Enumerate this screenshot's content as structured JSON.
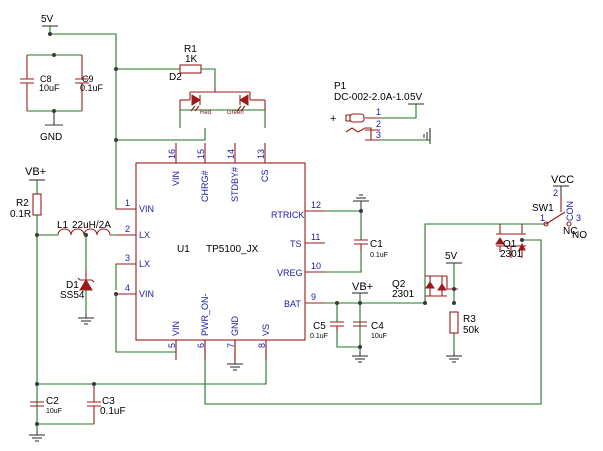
{
  "colors": {
    "wire": "#1d7a1d",
    "part": "#9b1b1b",
    "pin_text": "#1a1aa8",
    "text": "#000000"
  },
  "nets": {
    "v5": "5V",
    "vbplus": "VB+",
    "vcc": "VCC",
    "gnd": "GND"
  },
  "u1": {
    "ref": "U1",
    "value": "TP5100_JX",
    "pin_nums": {
      "p1": "1",
      "p2": "2",
      "p3": "3",
      "p4": "4",
      "p5": "5",
      "p6": "6",
      "p7": "7",
      "p8": "8",
      "p9": "9",
      "p10": "10",
      "p11": "11",
      "p12": "12",
      "p13": "13",
      "p14": "14",
      "p15": "15",
      "p16": "16"
    },
    "pin_names": {
      "vin": "VIN",
      "lx": "LX",
      "pwr_on": "PWR_ON-",
      "gnd": "GND",
      "vs": "VS",
      "bat": "BAT",
      "vreg": "VREG",
      "ts": "TS",
      "rtrick": "RTRICK",
      "cs": "CS",
      "stdby": "STDBY#",
      "chrg": "CHRG#"
    }
  },
  "c8": {
    "ref": "C8",
    "value": "10uF"
  },
  "c9": {
    "ref": "C9",
    "value": "0.1uF"
  },
  "r1": {
    "ref": "R1",
    "value": "1K"
  },
  "d2": {
    "ref": "D2",
    "red": "Red",
    "green": "Green"
  },
  "r2": {
    "ref": "R2",
    "value": "0.1R"
  },
  "l1": {
    "ref": "L1",
    "value": "22uH/2A"
  },
  "d1": {
    "ref": "D1",
    "value": "SS54"
  },
  "c1": {
    "ref": "C1",
    "value": "0.1uF"
  },
  "c4": {
    "ref": "C4",
    "value": "10uF"
  },
  "c5": {
    "ref": "C5",
    "value": "0.1uF"
  },
  "c2": {
    "ref": "C2",
    "value": "10uF"
  },
  "c3": {
    "ref": "C3",
    "value": "0.1uF"
  },
  "p1": {
    "ref": "P1",
    "value": "DC-002-2.0A-1.0",
    "pin1": "1",
    "pin2": "2",
    "pin3": "3",
    "plus": "+"
  },
  "sw1": {
    "ref": "SW1",
    "con": "CON",
    "nc": "NC",
    "no": "NO",
    "pin1": "1",
    "pin2": "2",
    "pin3": "3"
  },
  "q1": {
    "ref": "Q1",
    "value": "2301"
  },
  "q2": {
    "ref": "Q2",
    "value": "2301"
  },
  "r3": {
    "ref": "R3",
    "value": "50k"
  }
}
